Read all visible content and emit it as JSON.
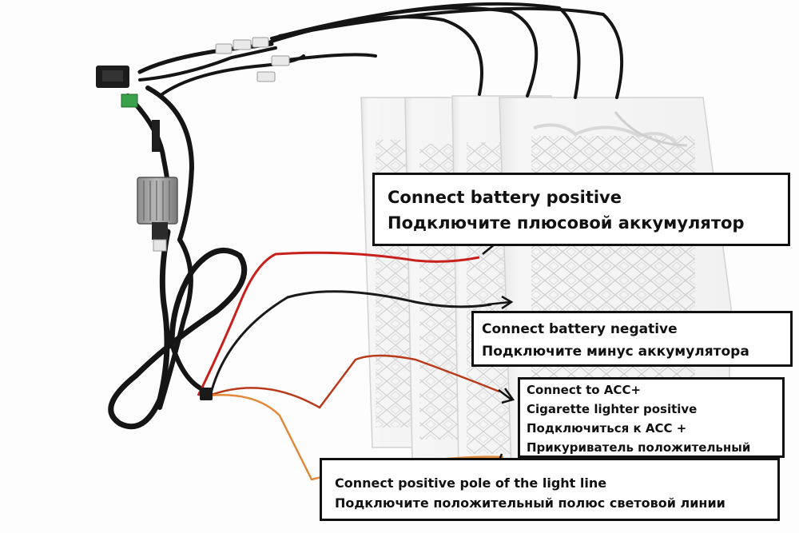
{
  "labels": {
    "battery_positive": {
      "en": "Connect battery positive",
      "ru": "Подключите плюсовой аккумулятор"
    },
    "battery_negative": {
      "en": "Connect battery negative",
      "ru": "Подключите минус аккумулятора"
    },
    "acc": {
      "line1": "Connect to ACC+",
      "line2": "Cigarette lighter positive",
      "line3": "Подключиться к ACC +",
      "line4": "Прикуриватель положительный"
    },
    "light_line": {
      "en": "Connect positive pole of the light line",
      "ru": "Подключите положительный полюс световой линии"
    }
  },
  "colors": {
    "wire_positive": "#c8201c",
    "wire_negative": "#1a1a1a",
    "wire_acc": "#b83a1a",
    "wire_light": "#e08a3a",
    "harness": "#151515",
    "pad": "#f4f4f4",
    "pad_pattern": "#c9c9c9",
    "connector": "#e9e9e9",
    "switch_plug": "#3aa04a",
    "controller_box": "#a7a7a7"
  }
}
